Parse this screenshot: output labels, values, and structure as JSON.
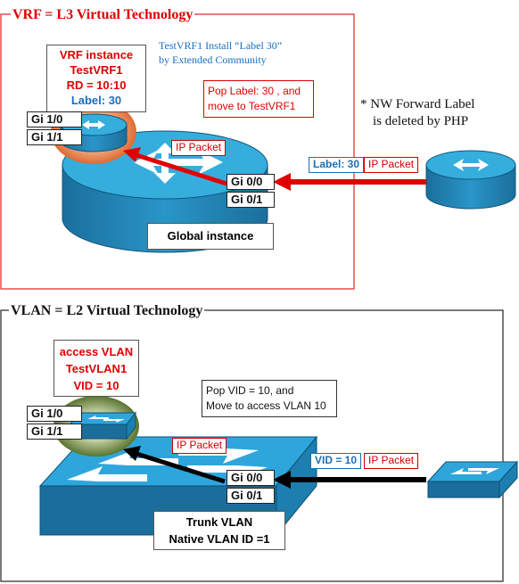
{
  "vrf_section": {
    "title": "VRF = L3 Virtual  Technology",
    "instance_box": {
      "line1": "VRF instance",
      "line2": "TestVRF1",
      "line3": "RD = 10:10",
      "line4": "Label: 30"
    },
    "install_note": {
      "line1": "TestVRF1  Install “Label 30”",
      "line2": "by Extended Community"
    },
    "pop_note": {
      "line1": "Pop Label: 30 , and",
      "line2": "move to TestVRF1"
    },
    "php_note": {
      "line1": "* NW Forward Label",
      "line2": "is deleted by PHP"
    },
    "ports": {
      "gi10": "Gi 1/0",
      "gi11": "Gi 1/1",
      "gi00": "Gi 0/0",
      "gi01": "Gi 0/1"
    },
    "ip_packet_inner": "IP Packet",
    "incoming_label": "Label: 30",
    "incoming_ip": "IP Packet",
    "global_instance": "Global instance"
  },
  "vlan_section": {
    "title": "VLAN = L2 Virtual  Technology",
    "access_box": {
      "line1": "access VLAN",
      "line2": "TestVLAN1",
      "line3": "VID = 10"
    },
    "pop_note": {
      "line1": "Pop VID = 10, and",
      "line2": "Move to access VLAN 10"
    },
    "ports": {
      "gi10": "Gi 1/0",
      "gi11": "Gi 1/1",
      "gi00": "Gi 0/0",
      "gi01": "Gi 0/1"
    },
    "ip_packet_inner": "IP Packet",
    "incoming_vid": "VID = 10",
    "incoming_ip": "IP Packet",
    "trunk_box": {
      "line1": "Trunk VLAN",
      "line2": "Native VLAN ID =1"
    }
  },
  "colors": {
    "vrf_frame": "#e02020",
    "vlan_frame": "#222222",
    "device_blue": "#2a9bd0",
    "vrf_halo": "#e88a5a",
    "vlan_halo": "#6e8a3e",
    "arrow_red": "#e00000",
    "arrow_black": "#000000"
  },
  "icons": [
    "router-icon",
    "switch-icon",
    "arrow-icon"
  ]
}
